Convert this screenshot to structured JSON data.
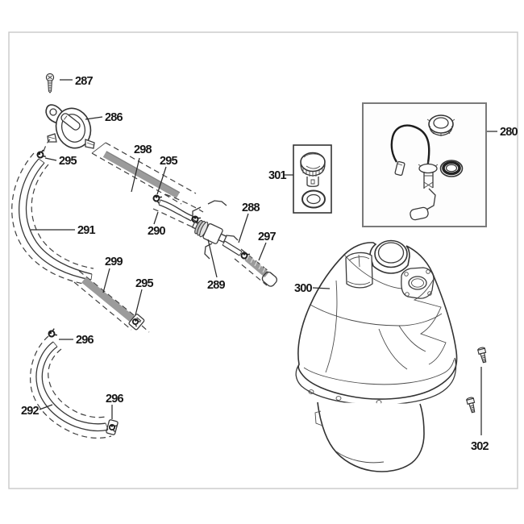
{
  "diagram": {
    "kind": "exploded-parts-diagram",
    "subject": "fuel-tank-and-fuel-line-assembly",
    "background_color": "#ffffff",
    "frame_color": "#c9c9c9",
    "line_color": "#3a3a3a",
    "shade_color": "#9b9b9b",
    "label_color": "#161616"
  },
  "labels": {
    "280": {
      "text": "280"
    },
    "286": {
      "text": "286"
    },
    "287": {
      "text": "287"
    },
    "288": {
      "text": "288"
    },
    "289": {
      "text": "289"
    },
    "290": {
      "text": "290"
    },
    "291": {
      "text": "291"
    },
    "292": {
      "text": "292"
    },
    "295": {
      "text": "295"
    },
    "296": {
      "text": "296"
    },
    "297": {
      "text": "297"
    },
    "298": {
      "text": "298"
    },
    "299": {
      "text": "299"
    },
    "300": {
      "text": "300"
    },
    "301": {
      "text": "301"
    },
    "302": {
      "text": "302"
    }
  },
  "parts": [
    {
      "number": "287",
      "kind": "screw"
    },
    {
      "number": "286",
      "kind": "fuel-valve-petcock"
    },
    {
      "number": "295",
      "kind": "hose-clamp"
    },
    {
      "number": "296",
      "kind": "hose-clamp"
    },
    {
      "number": "298",
      "kind": "shielded-fuel-hose"
    },
    {
      "number": "290",
      "kind": "fuel-hose"
    },
    {
      "number": "291",
      "kind": "curved-fuel-hose"
    },
    {
      "number": "292",
      "kind": "curved-fuel-hose"
    },
    {
      "number": "299",
      "kind": "shielded-fuel-hose"
    },
    {
      "number": "288",
      "kind": "fuel-hose"
    },
    {
      "number": "289",
      "kind": "inline-fuel-filter"
    },
    {
      "number": "297",
      "kind": "hose-spring-guard"
    },
    {
      "number": "301",
      "kind": "fuel-filler-cap-with-gasket"
    },
    {
      "number": "280",
      "kind": "fuel-level-sender-kit"
    },
    {
      "number": "300",
      "kind": "fuel-tank"
    },
    {
      "number": "302",
      "kind": "flange-bolt"
    }
  ]
}
